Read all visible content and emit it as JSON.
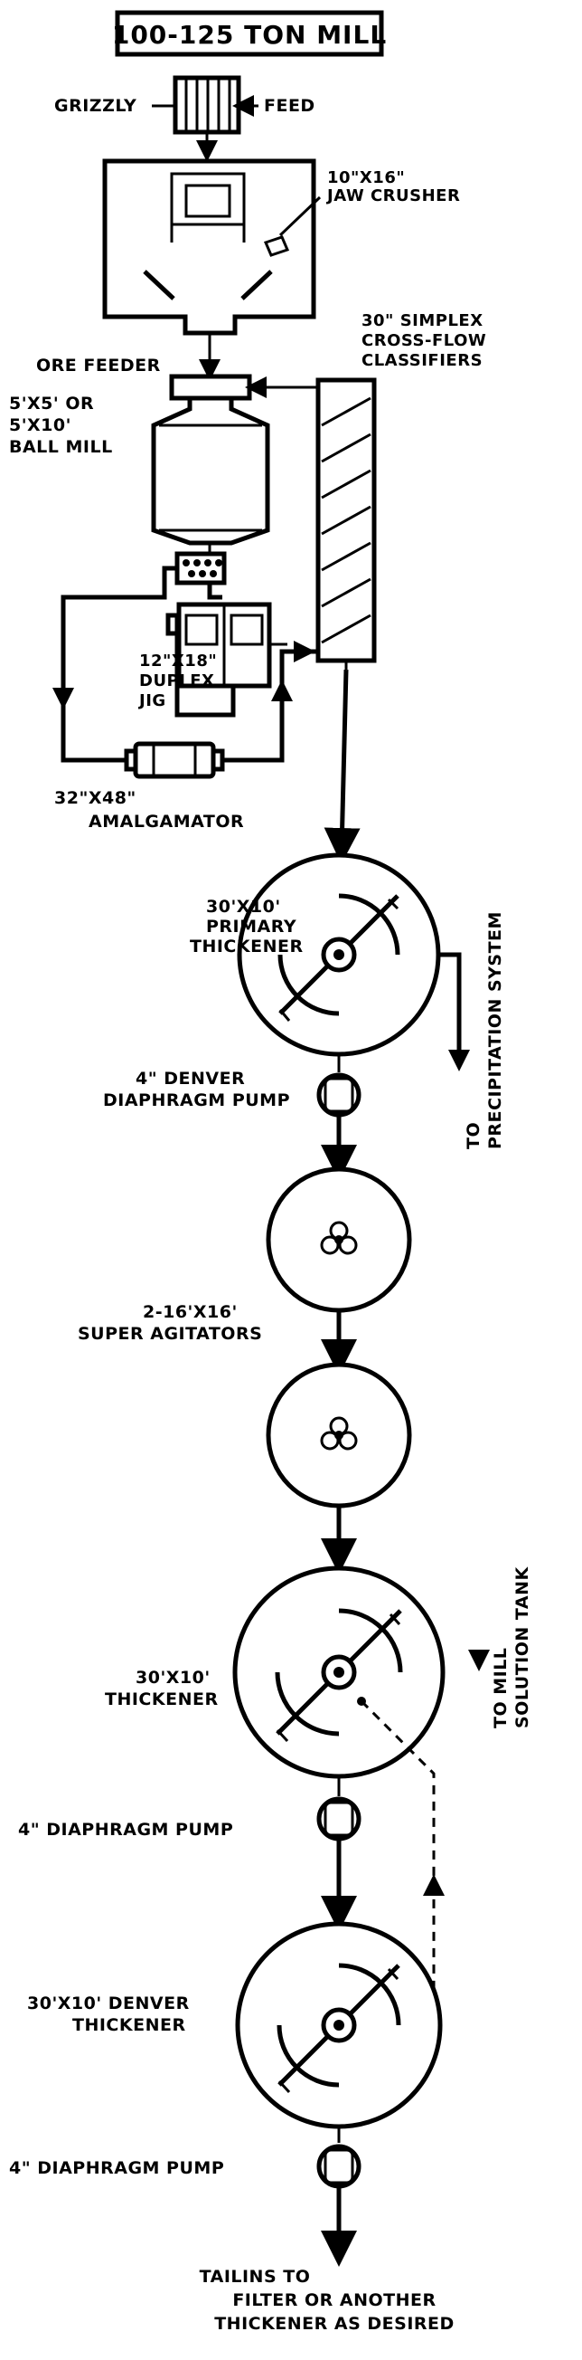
{
  "title": "100-125 TON MILL",
  "labels": {
    "grizzly": "GRIZZLY",
    "feed": "FEED",
    "jaw_crusher": [
      "10\"X16\"",
      "JAW CRUSHER"
    ],
    "ore_feeder": "ORE FEEDER",
    "classifiers": [
      "30\" SIMPLEX",
      "CROSS-FLOW",
      "CLASSIFIERS"
    ],
    "ball_mill": [
      "5'X5' OR",
      "5'X10'",
      "BALL MILL"
    ],
    "duplex_jig": [
      "12\"X18\"",
      "DUPLEX",
      "JIG"
    ],
    "amalgamator": [
      "32\"X48\"",
      "AMALGAMATOR"
    ],
    "primary_thickener": [
      "30'X10'",
      "PRIMARY",
      "THICKENER"
    ],
    "precipitation": [
      "TO",
      "PRECIPITATION SYSTEM"
    ],
    "denver_pump": [
      "4\" DENVER",
      "DIAPHRAGM PUMP"
    ],
    "super_agitators": [
      "2-16'X16'",
      "SUPER AGITATORS"
    ],
    "thickener": [
      "30'X10'",
      "THICKENER"
    ],
    "mill_solution": [
      "TO MILL",
      "SOLUTION TANK"
    ],
    "diaphragm_pump_1": "4\" DIAPHRAGM PUMP",
    "denver_thickener": [
      "30'X10' DENVER",
      "THICKENER"
    ],
    "diaphragm_pump_2": "4\" DIAPHRAGM PUMP",
    "tailings": [
      "TAILINS TO",
      "FILTER OR ANOTHER",
      "THICKENER AS DESIRED"
    ]
  }
}
